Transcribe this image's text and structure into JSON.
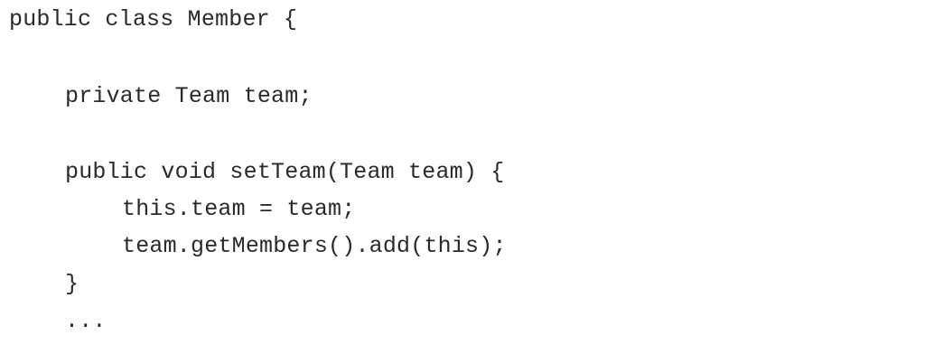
{
  "code": {
    "lines": [
      "public class Member {",
      "private Team team;",
      "public void setTeam(Team team) {",
      "this.team = team;",
      "team.getMembers().add(this);",
      "}",
      "..."
    ]
  }
}
